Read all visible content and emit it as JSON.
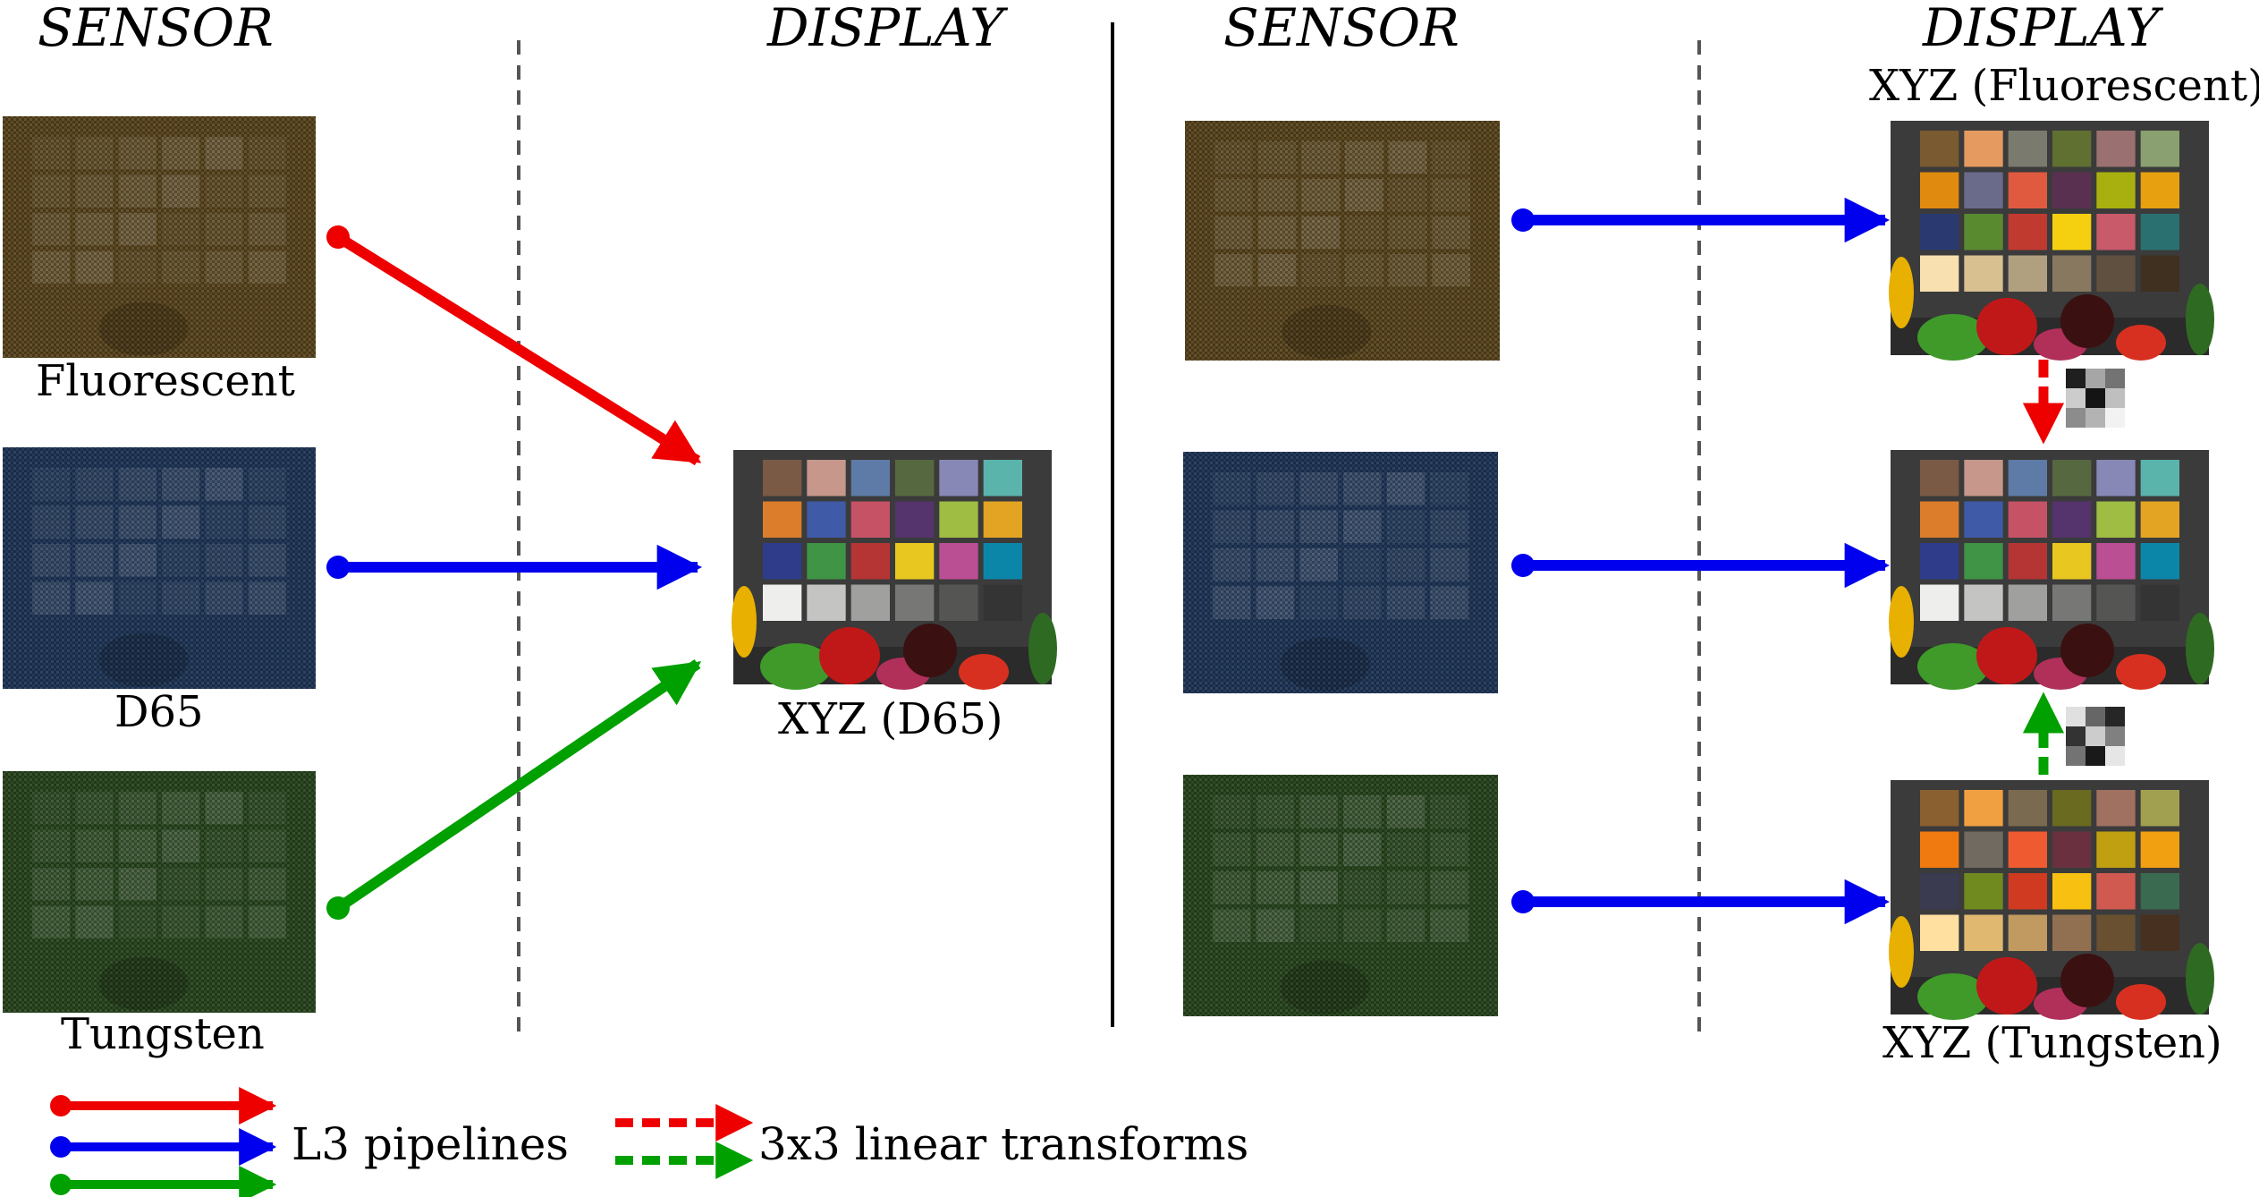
{
  "headers": {
    "sensor": "SENSOR",
    "display": "DISPLAY"
  },
  "sensor_labels": {
    "fluorescent": "Fluorescent",
    "d65": "D65",
    "tungsten": "Tungsten"
  },
  "display_labels": {
    "xyz_d65": "XYZ (D65)",
    "xyz_fluorescent": "XYZ (Fluorescent)",
    "xyz_tungsten": "XYZ (Tungsten)"
  },
  "legend": {
    "pipelines": "L3 pipelines",
    "transforms": "3x3 linear transforms"
  },
  "colors": {
    "red": "#ee0000",
    "blue": "#0000ee",
    "green": "#00a000",
    "divider": "#000000",
    "dashed": "#555555"
  },
  "tints": {
    "fluorescent": "#5e4a22",
    "d65": "#233a5c",
    "tungsten": "#2c4a22"
  },
  "patches": {
    "d65": [
      "#7a5a45",
      "#c6978a",
      "#5e7ba7",
      "#566840",
      "#8788b6",
      "#5ab4ab",
      "#db7d2a",
      "#3f5ba7",
      "#c65266",
      "#55336c",
      "#9fbc43",
      "#e3a424",
      "#2e3c8a",
      "#3f9446",
      "#b53535",
      "#e8c720",
      "#bb4f93",
      "#0c86a8",
      "#eeeeec",
      "#c4c4c2",
      "#a0a09f",
      "#777775",
      "#555554",
      "#343434"
    ],
    "fluorescent": [
      "#7a5a30",
      "#e59a60",
      "#7a7a6e",
      "#607030",
      "#9a7070",
      "#8aa070",
      "#e08a10",
      "#6a6a8a",
      "#e05a40",
      "#5a3050",
      "#a8b010",
      "#e6a010",
      "#2a3a70",
      "#5a8a30",
      "#c03a30",
      "#f4d010",
      "#c85a6a",
      "#2a7070",
      "#f8e0b0",
      "#d8c090",
      "#b0a080",
      "#887860",
      "#605040",
      "#403020"
    ],
    "tungsten": [
      "#8a6030",
      "#f0a040",
      "#7a6a50",
      "#6a6a20",
      "#a07060",
      "#a0a050",
      "#f07a10",
      "#706a60",
      "#f05a30",
      "#6a3040",
      "#c0a010",
      "#f0a010",
      "#3a3a50",
      "#708a20",
      "#d03a20",
      "#f8c010",
      "#d05a50",
      "#3a6a50",
      "#ffe0a0",
      "#e0b870",
      "#c09a60",
      "#907050",
      "#685030",
      "#483020"
    ]
  },
  "matrices": {
    "top": [
      0.88,
      0.35,
      0.55,
      0.2,
      0.92,
      0.25,
      0.45,
      0.3,
      0.05
    ],
    "bottom": [
      0.12,
      0.6,
      0.85,
      0.8,
      0.2,
      0.5,
      0.55,
      0.9,
      0.1
    ]
  }
}
